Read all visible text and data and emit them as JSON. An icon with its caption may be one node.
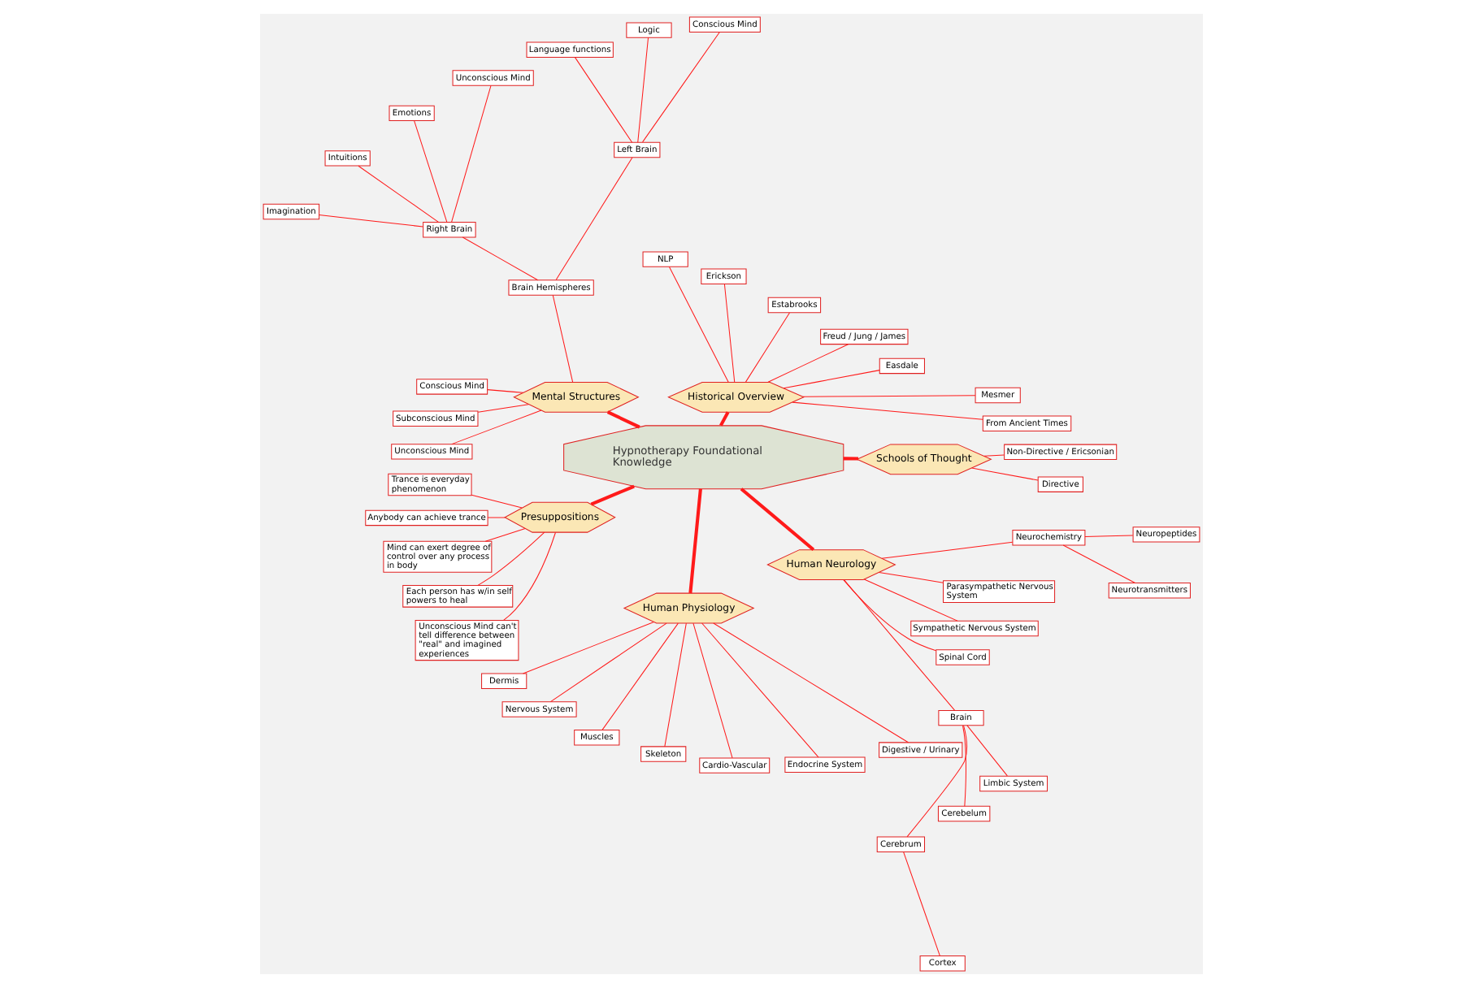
{
  "diagram": {
    "nodes": [
      {
        "text": [
          "Hypnotherapy Foundational Knowledge"
        ]
      },
      {
        "text": [
          "Schools of Thought"
        ]
      },
      {
        "text": [
          "Directive"
        ]
      },
      {
        "text": [
          "Non-Directive / Ericsonian"
        ]
      },
      {
        "text": [
          "Historical Overview"
        ]
      },
      {
        "text": [
          "From Ancient Times"
        ]
      },
      {
        "text": [
          "Mesmer"
        ]
      },
      {
        "text": [
          "Easdale"
        ]
      },
      {
        "text": [
          "Freud / Jung / James"
        ]
      },
      {
        "text": [
          "Estabrooks"
        ]
      },
      {
        "text": [
          "Erickson"
        ]
      },
      {
        "text": [
          "NLP"
        ]
      },
      {
        "text": [
          "Mental Structures"
        ]
      },
      {
        "text": [
          "Brain Hemispheres"
        ]
      },
      {
        "text": [
          "Left Brain"
        ]
      },
      {
        "text": [
          "Conscious Mind"
        ]
      },
      {
        "text": [
          "Logic"
        ]
      },
      {
        "text": [
          "Language functions"
        ]
      },
      {
        "text": [
          "Right Brain"
        ]
      },
      {
        "text": [
          "Unconscious Mind"
        ]
      },
      {
        "text": [
          "Emotions"
        ]
      },
      {
        "text": [
          "Intuitions"
        ]
      },
      {
        "text": [
          "Imagination"
        ]
      },
      {
        "text": [
          "Conscious Mind"
        ]
      },
      {
        "text": [
          "Subconscious Mind"
        ]
      },
      {
        "text": [
          "Unconscious Mind"
        ]
      },
      {
        "text": [
          "Presuppositions"
        ]
      },
      {
        "text": [
          "Trance is everyday phenomenon"
        ]
      },
      {
        "text": [
          "Anybody can achieve trance"
        ]
      },
      {
        "text": [
          "Mind can exert degree of control over any process in body"
        ]
      },
      {
        "text": [
          "Each person has w/in self powers to heal"
        ]
      },
      {
        "text": [
          "Unconscious Mind can't tell difference between \"real\" and imagined experiences"
        ]
      },
      {
        "text": [
          "Human Physiology"
        ]
      },
      {
        "text": [
          "Dermis"
        ]
      },
      {
        "text": [
          "Nervous System"
        ]
      },
      {
        "text": [
          "Muscles"
        ]
      },
      {
        "text": [
          "Skeleton"
        ]
      },
      {
        "text": [
          "Cardio-Vascular"
        ]
      },
      {
        "text": [
          "Endocrine System"
        ]
      },
      {
        "text": [
          "Digestive / Urinary"
        ]
      },
      {
        "text": [
          "Human Neurology"
        ]
      },
      {
        "text": [
          "Brain"
        ]
      },
      {
        "text": [
          "Cerebrum"
        ]
      },
      {
        "text": [
          "Cortex"
        ]
      },
      {
        "text": [
          "Cerebelum"
        ]
      },
      {
        "text": [
          "Limbic System"
        ]
      },
      {
        "text": [
          "Spinal Cord"
        ]
      },
      {
        "text": [
          "Sympathetic Nervous System"
        ]
      },
      {
        "text": [
          "Parasympathetic Nervous System"
        ]
      },
      {
        "text": [
          "Neurochemistry"
        ]
      },
      {
        "text": [
          "Neurotransmitters"
        ]
      },
      {
        "text": [
          "Neuropeptides"
        ]
      }
    ],
    "edges": [
      {
        "from": 0,
        "to": 1,
        "arrow": "none",
        "style": "thick"
      },
      {
        "from": 1,
        "to": 2,
        "arrow": "none"
      },
      {
        "from": 1,
        "to": 3,
        "arrow": "none"
      },
      {
        "from": 0,
        "to": 4,
        "arrow": "none",
        "style": "thick"
      },
      {
        "from": 4,
        "to": 5,
        "arrow": "none"
      },
      {
        "from": 4,
        "to": 6,
        "arrow": "none"
      },
      {
        "from": 4,
        "to": 7,
        "arrow": "none"
      },
      {
        "from": 4,
        "to": 8,
        "arrow": "none"
      },
      {
        "from": 4,
        "to": 9,
        "arrow": "none"
      },
      {
        "from": 4,
        "to": 10,
        "arrow": "none"
      },
      {
        "from": 4,
        "to": 11,
        "arrow": "none"
      },
      {
        "from": 0,
        "to": 12,
        "arrow": "none",
        "style": "thick"
      },
      {
        "from": 12,
        "to": 13,
        "arrow": "none"
      },
      {
        "from": 13,
        "to": 14,
        "arrow": "none"
      },
      {
        "from": 14,
        "to": 15,
        "arrow": "none"
      },
      {
        "from": 14,
        "to": 16,
        "arrow": "none"
      },
      {
        "from": 14,
        "to": 17,
        "arrow": "none"
      },
      {
        "from": 13,
        "to": 18,
        "arrow": "none"
      },
      {
        "from": 18,
        "to": 19,
        "arrow": "none"
      },
      {
        "from": 18,
        "to": 20,
        "arrow": "none"
      },
      {
        "from": 18,
        "to": 21,
        "arrow": "none"
      },
      {
        "from": 18,
        "to": 22,
        "arrow": "none"
      },
      {
        "from": 12,
        "to": 23,
        "arrow": "none"
      },
      {
        "from": 12,
        "to": 24,
        "arrow": "none"
      },
      {
        "from": 12,
        "to": 25,
        "arrow": "none"
      },
      {
        "from": 0,
        "to": 26,
        "arrow": "none",
        "style": "thick"
      },
      {
        "from": 26,
        "to": 27,
        "arrow": "none"
      },
      {
        "from": 26,
        "to": 28,
        "arrow": "none"
      },
      {
        "from": 26,
        "to": 29,
        "arrow": "none"
      },
      {
        "from": 26,
        "to": 30,
        "arrow": "none"
      },
      {
        "from": 26,
        "to": 31,
        "arrow": "none"
      },
      {
        "from": 0,
        "to": 32,
        "arrow": "none",
        "style": "thick"
      },
      {
        "from": 32,
        "to": 33,
        "arrow": "none"
      },
      {
        "from": 32,
        "to": 34,
        "arrow": "none"
      },
      {
        "from": 32,
        "to": 35,
        "arrow": "none"
      },
      {
        "from": 32,
        "to": 36,
        "arrow": "none"
      },
      {
        "from": 32,
        "to": 37,
        "arrow": "none"
      },
      {
        "from": 32,
        "to": 38,
        "arrow": "none"
      },
      {
        "from": 32,
        "to": 39,
        "arrow": "none"
      },
      {
        "from": 0,
        "to": 40,
        "arrow": "none",
        "style": "thick"
      },
      {
        "from": 40,
        "to": 41,
        "arrow": "none"
      },
      {
        "from": 41,
        "to": 42,
        "arrow": "none"
      },
      {
        "from": 42,
        "to": 43,
        "arrow": "none"
      },
      {
        "from": 41,
        "to": 44,
        "arrow": "none"
      },
      {
        "from": 41,
        "to": 45,
        "arrow": "none"
      },
      {
        "from": 40,
        "to": 46,
        "arrow": "none"
      },
      {
        "from": 40,
        "to": 47,
        "arrow": "none"
      },
      {
        "from": 40,
        "to": 48,
        "arrow": "none"
      },
      {
        "from": 40,
        "to": 49,
        "arrow": "none"
      },
      {
        "from": 49,
        "to": 50,
        "arrow": "none"
      },
      {
        "from": 49,
        "to": 51,
        "arrow": "none"
      }
    ]
  }
}
